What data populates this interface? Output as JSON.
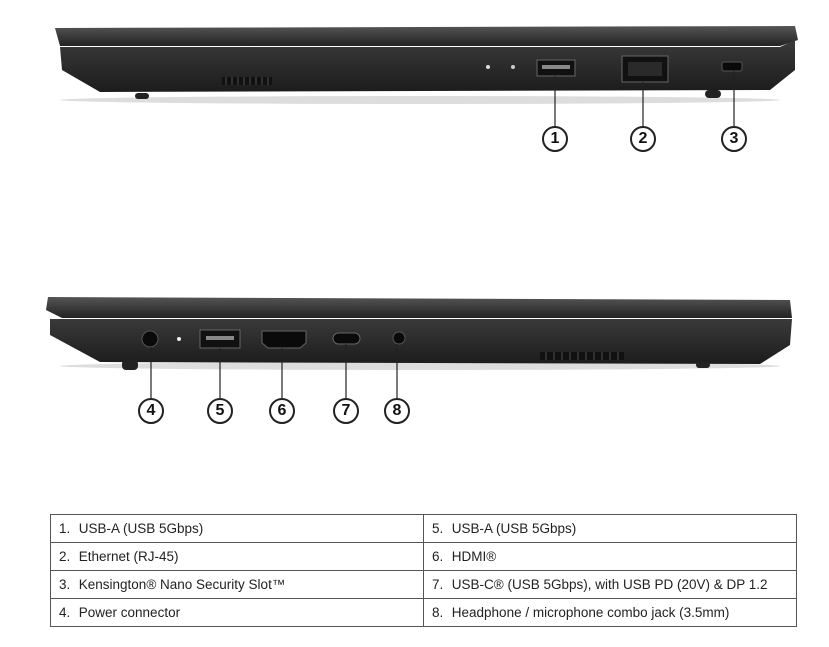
{
  "callouts": [
    "1",
    "2",
    "3",
    "4",
    "5",
    "6",
    "7",
    "8"
  ],
  "ports_table": [
    [
      {
        "num": "1.",
        "label": "USB-A (USB 5Gbps)"
      },
      {
        "num": "5.",
        "label": "USB-A (USB 5Gbps)"
      }
    ],
    [
      {
        "num": "2.",
        "label": "Ethernet (RJ-45)"
      },
      {
        "num": "6.",
        "label": "HDMI®"
      }
    ],
    [
      {
        "num": "3.",
        "label": "Kensington® Nano Security Slot™"
      },
      {
        "num": "7.",
        "label": "USB-C® (USB 5Gbps), with USB PD (20V) & DP 1.2"
      }
    ],
    [
      {
        "num": "4.",
        "label": "Power connector"
      },
      {
        "num": "8.",
        "label": "Headphone / microphone combo jack (3.5mm)"
      }
    ]
  ]
}
